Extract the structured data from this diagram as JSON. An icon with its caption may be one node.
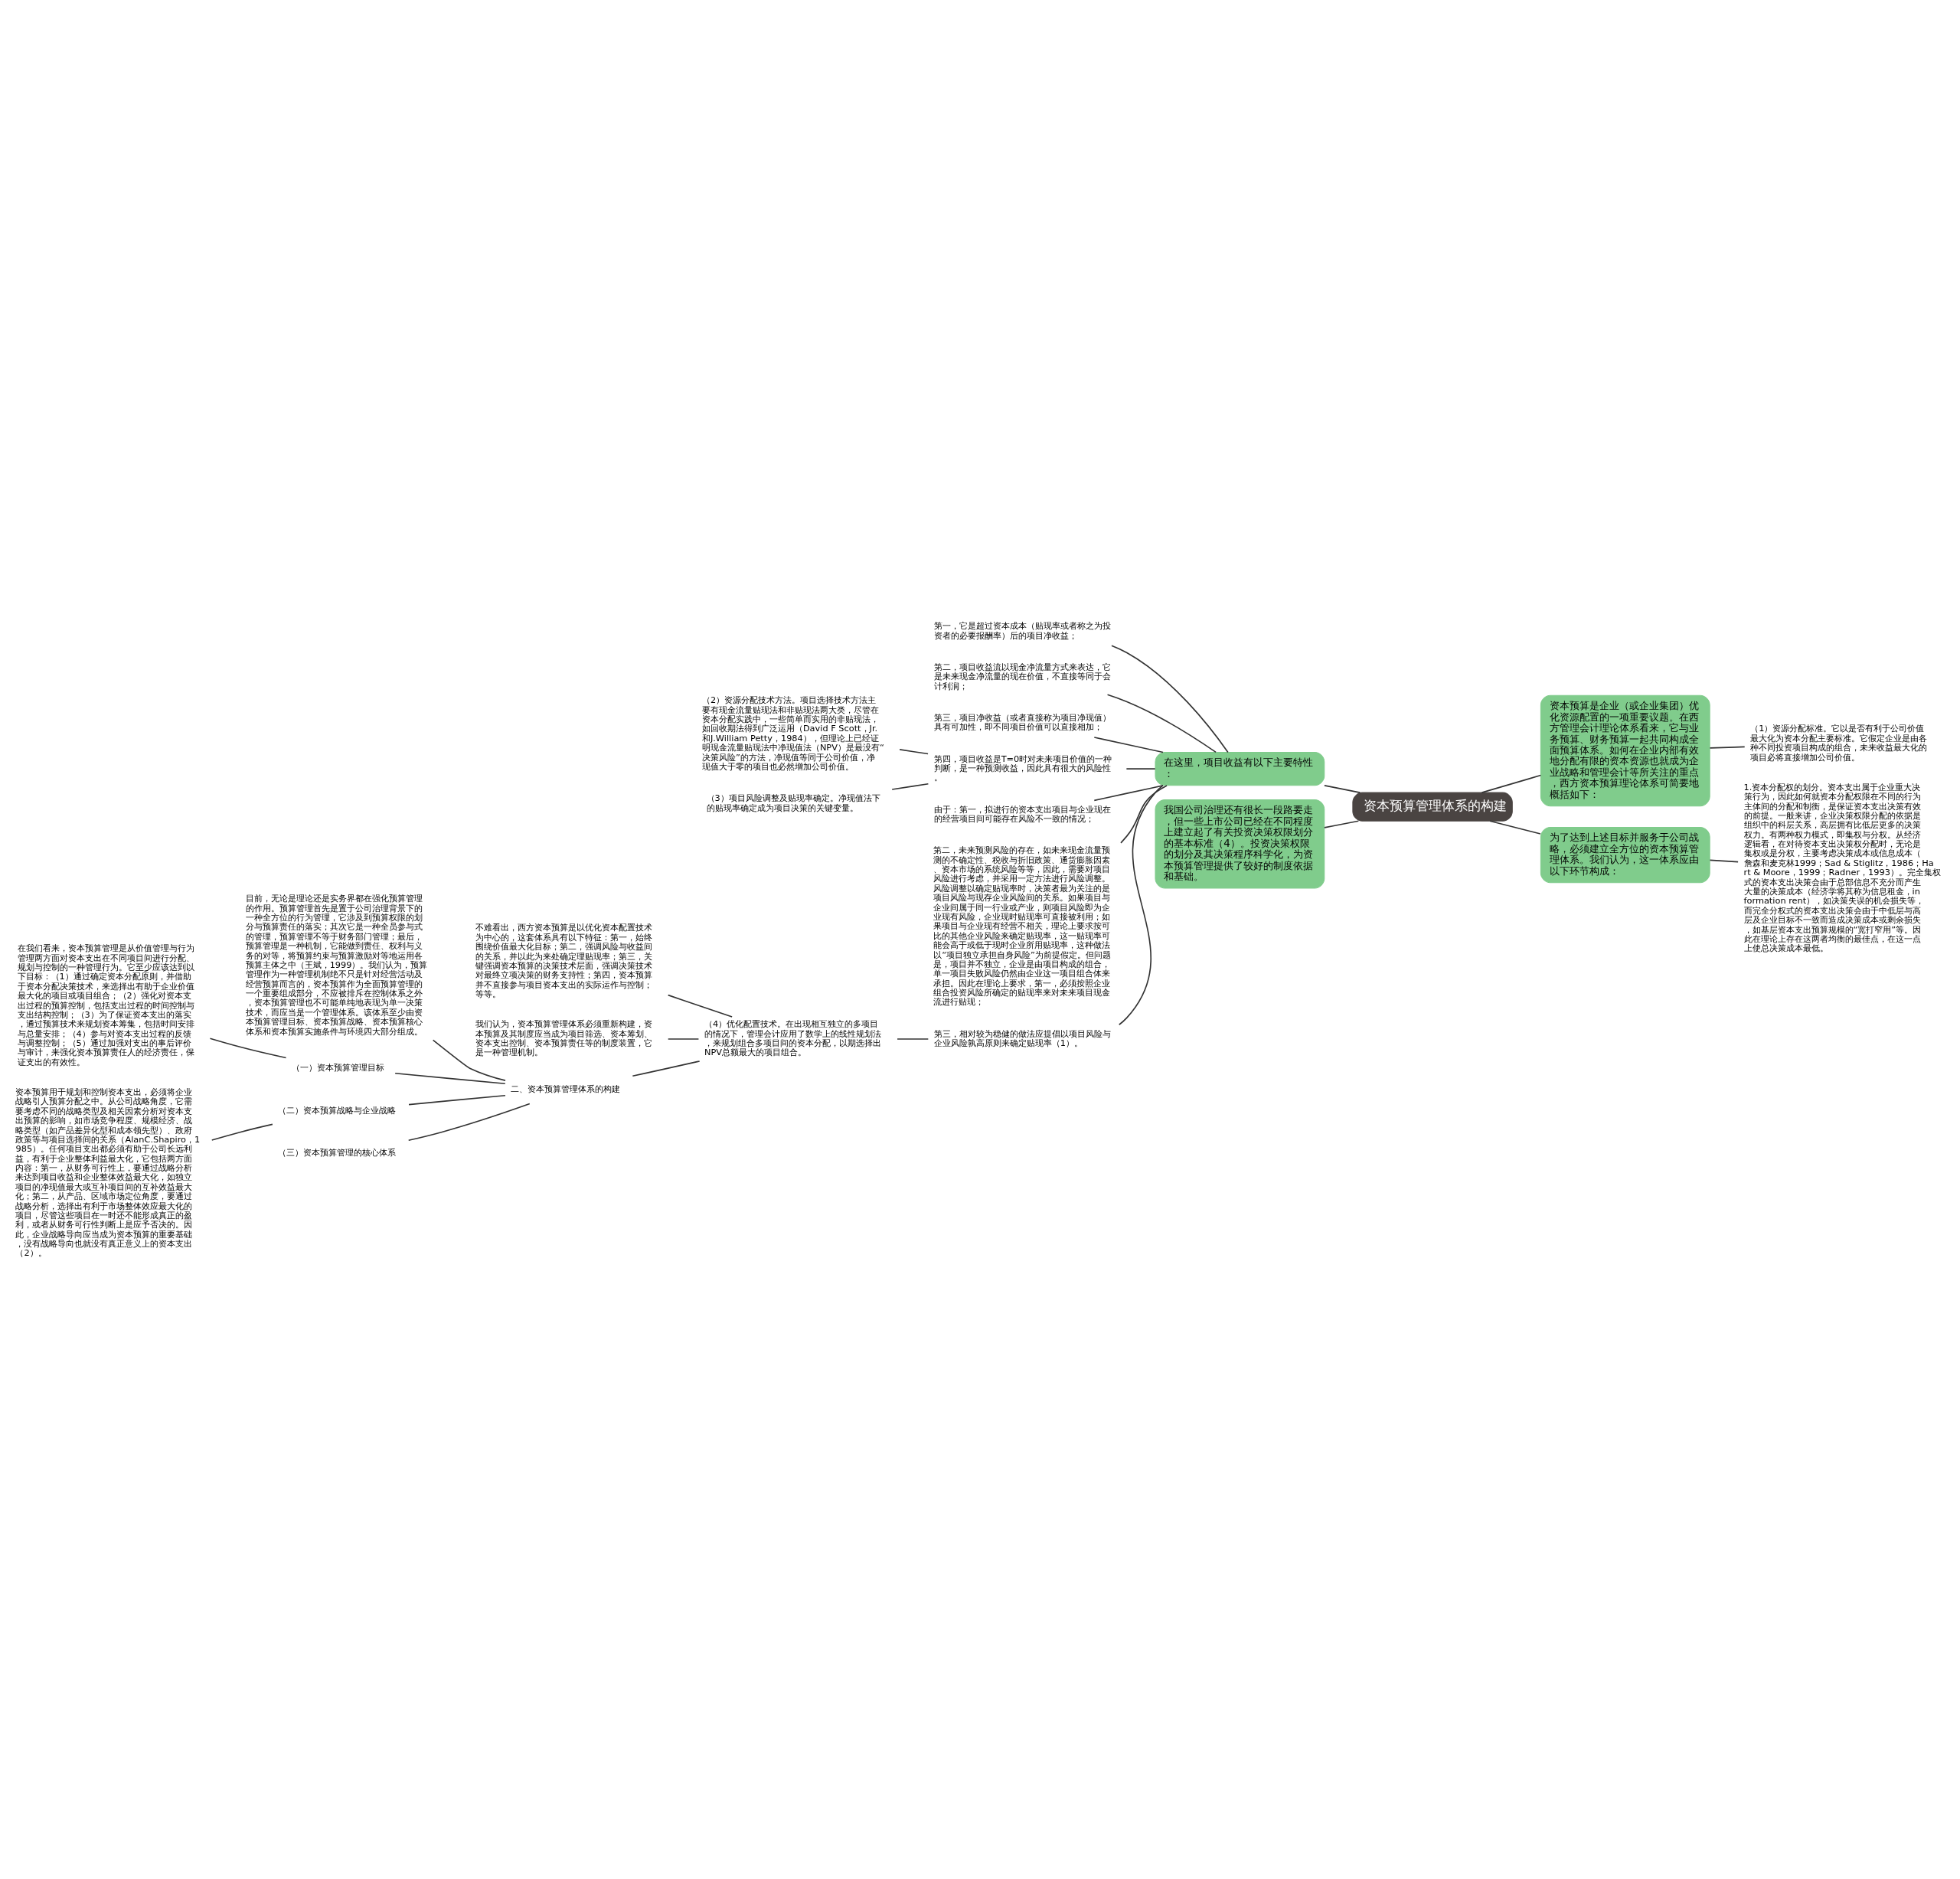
{
  "diagram": {
    "nodes": [
      {
        "text": [
          "资本预算管理体系的构建"
        ]
      },
      {
        "text": [
          "在这里，项目收益有以下主要特性："
        ]
      },
      {
        "text": [
          "第一，它是超过资本成本（贴现率或者称之为投资者的必要报酬率）后的项目净收益；"
        ]
      },
      {
        "text": [
          "第二，项目收益流以现金净流量方式来表达，它是未来现金净流量的现在价值，不直接等同于会计利润；"
        ]
      },
      {
        "text": [
          "第三，项目净收益（或者直接称为项目净现值）具有可加性，即不同项目价值可以直接相加；"
        ]
      },
      {
        "text": [
          "第四，项目收益是T=0时对未来项目价值的一种判断，是一种预测收益，因此具有很大的风险性。"
        ]
      },
      {
        "text": [
          "（2）资源分配技术方法。项目选择技术方法主要有现金流量贴现法和非贴现法两大类，尽管在资本分配实践中，一些简单而实用的非贴现法，如回收期法得到广泛运用（David F Scott，Jr.和J.William Petty，1984），但理论上已经证明现金流量贴现法中净现值法（NPV）是最没有“决策风险”的方法，净现值等同于公司价值，净现值大于零的项目也必然增加公司价值。"
        ]
      },
      {
        "text": [
          "（3）项目风险调整及贴现率确定。净现值法下的贴现率确定成为项目决策的关键变量。"
        ]
      },
      {
        "text": [
          "由于：第一，拟进行的资本支出项目与企业现在的经营项目间可能存在风险不一致的情况；"
        ]
      },
      {
        "text": [
          "第二，未来预测风险的存在，如未来现金流量预测的不确定性、税收与折旧政策、通货膨胀因素、资本市场的系统风险等等，因此，需要对项目风险进行考虑，并采用一定方法进行风险调整。风险调整以确定贴现率时，决策者最为关注的是项目风险与现存企业风险间的关系。如果项目与企业间属于同一行业或产业，则项目风险即为企业现有风险，企业现时贴现率可直接被利用；如果项目与企业现有经营不相关，理论上要求按可比的其他企业风险来确定贴现率，这一贴现率可能会高于或低于现时企业所用贴现率，这种做法以“项目独立承担自身风险”为前提假定。但问题是，项目并不独立，企业是由项目构成的组合，单一项目失败风险仍然由企业这一项目组合体来承担。因此在理论上要求，第一，必须按照企业组合投资风险所确定的贴现率来对未来项目现金流进行贴现；"
        ]
      },
      {
        "text": [
          "第三，相对较为稳健的做法应提倡以项目风险与企业风险孰高原则来确定贴现率（1）。"
        ]
      },
      {
        "text": [
          "（4）优化配置技术。在出现相互独立的多项目的情况下，管理会计应用了数学上的线性规划法，来规划组合多项目间的资本分配，以期选择出NPV总额最大的项目组合。"
        ]
      },
      {
        "text": [
          "不难看出，西方资本预算是以优化资本配置技术为中心的，这套体系具有以下特征：第一，始终围绕价值最大化目标；第二，强调风险与收益间的关系，并以此为来处确定理贴现率；第三，关键强调资本预算的决策技术层面，强调决策技术对最终立项决策的财务支持性；第四，资本预算并不直接参与项目资本支出的实际运作与控制；等等。"
        ]
      },
      {
        "text": [
          "我们认为，资本预算管理体系必须重新构建，资本预算及其制度应当成为项目筛选、资本筹划、资本支出控制、资本预算责任等的制度装置，它是一种管理机制。"
        ]
      },
      {
        "text": [
          "二、资本预算管理体系的构建"
        ]
      },
      {
        "text": [
          "目前，无论是理论还是实务界都在强化预算管理的作用。预算管理首先是置于公司治理背景下的一种全方位的行为管理，它涉及到预算权限的划分与预算责任的落实；其次它是一种全员参与式的管理，预算管理不等于财务部门管理；最后，预算管理是一种机制，它能做到责任、权利与义务的对等，将预算约束与预算激励对等地运用各预算主体之中（王斌，1999）。我们认为，预算管理作为一种管理机制绝不只是针对经营活动及经营预算而言的，资本预算作为全面预算管理的一个重要组成部分，不应被排斥在控制体系之外，资本预算管理也不可能单纯地表现为单一决策技术，而应当是一个管理体系。该体系至少由资本预算管理目标、资本预算战略、资本预算核心体系和资本预算实施条件与环境四大部分组成。"
        ]
      },
      {
        "text": [
          "（一）资本预算管理目标"
        ]
      },
      {
        "text": [
          "在我们看来，资本预算管理是从价值管理与行为管理两方面对资本支出在不同项目间进行分配、规划与控制的一种管理行为。它至少应该达到以下目标：（1）通过确定资本分配原则，并借助于资本分配决策技术，来选择出有助于企业价值最大化的项目或项目组合；（2）强化对资本支出过程的预算控制，包括支出过程的时间控制与支出结构控制；（3）为了保证资本支出的落实，通过预算技术来规划资本筹集，包括时间安排与总量安排；（4）参与对资本支出过程的反馈与调整控制；（5）通过加强对支出的事后评价与审计，来强化资本预算责任人的经济责任，保证支出的有效性。"
        ]
      },
      {
        "text": [
          "（二）资本预算战略与企业战略"
        ]
      },
      {
        "text": [
          "资本预算用于规划和控制资本支出，必须将企业战略引人预算分配之中。从公司战略角度，它需要考虑不同的战略类型及相关因素分析对资本支出预算的影响，如市场竞争程度、规模经济、战略类型（如产品差异化型和成本领先型）、政府政策等与项目选择间的关系（AlanC.Shapiro，1985）。任何项目支出都必须有助于公司长远利益，有利于企业整体利益最大化，它包括两方面内容：第一，从财务可行性上，要通过战略分析来达到项目收益和企业整体效益最大化，如独立项目的净现值最大或互补项目间的互补效益最大化；第二，从产品、区域市场定位角度，要通过战略分析，选择出有利于市场整体效应最大化的项目，尽管这些项目在一时还不能形成真正的盈利，或者从财务可行性判断上是应予否决的。因此，企业战略导向应当成为资本预算的重要基础，没有战略导向也就没有真正意义上的资本支出（2）。"
        ]
      },
      {
        "text": [
          "（三）资本预算管理的核心体系"
        ]
      },
      {
        "text": [
          "我国公司治理还有很长一段路要走，但一些上市公司已经在不同程度上建立起了有关投资决策权限划分的基本标准（4）。投资决策权限的划分及其决策程序科学化，为资本预算管理提供了较好的制度依据和基础。"
        ]
      },
      {
        "text": [
          "资本预算是企业（或企业集团）优化资源配置的一项重要议题。在西方管理会计理论体系看来，它与业务预算、财务预算一起共同构成全面预算体系。如何在企业内部有效地分配有限的资本资源也就成为企业战略和管理会计等所关注的重点，西方资本预算理论体系可简要地概括如下："
        ]
      },
      {
        "text": [
          "（1）资源分配标准。它以是否有利于公司价值最大化为资本分配主要标准。它假定企业是由各种不同投资项目构成的组合，未来收益最大化的项目必将直接增加公司价值。"
        ]
      },
      {
        "text": [
          "为了达到上述目标并服务于公司战略，必须建立全方位的资本预算管理体系。我们认为，这一体系应由以下环节构成："
        ]
      },
      {
        "text": [
          "1.资本分配权的划分。资本支出属于企业重大决策行为，因此如何就资本分配权限在不同的行为主体间的分配和制衡，是保证资本支出决策有效的前提。一般来讲，企业决策权限分配的依据是组织中的科层关系，高层拥有比低层更多的决策权力。有两种权力模式，即集权与分权。从经济逻辑看，在对待资本支出决策权分配时，无论是集权或是分权，主要考虑决策成本或信息成本（詹森和麦克林1999；Sad & Stiglitz，1986；Hart & Moore，1999；Radner，1993）。完全集权式的资本支出决策会由于总部信息不充分而产生大量的决策成本（经济学将其称为信息租金，information rent），如决策失误的机会损失等，而完全分权式的资本支出决策会由于中低层与高层及企业目标不一致而造成决策成本或剩余损失，如基层资本支出预算规模的“宽打窄用”等。因此在理论上存在这两者均衡的最佳点，在这一点上使总决策成本最低。"
        ]
      }
    ],
    "edges": [
      {
        "from": 0,
        "to": 1,
        "arrow": "none"
      },
      {
        "from": 1,
        "to": 2,
        "arrow": "none"
      },
      {
        "from": 1,
        "to": 3,
        "arrow": "none"
      },
      {
        "from": 1,
        "to": 4,
        "arrow": "none"
      },
      {
        "from": 1,
        "to": 5,
        "arrow": "none"
      },
      {
        "from": 5,
        "to": 6,
        "arrow": "none"
      },
      {
        "from": 5,
        "to": 7,
        "arrow": "none"
      },
      {
        "from": 1,
        "to": 8,
        "arrow": "none"
      },
      {
        "from": 1,
        "to": 9,
        "arrow": "none"
      },
      {
        "from": 1,
        "to": 10,
        "arrow": "none"
      },
      {
        "from": 10,
        "to": 11,
        "arrow": "none"
      },
      {
        "from": 11,
        "to": 12,
        "arrow": "none"
      },
      {
        "from": 11,
        "to": 13,
        "arrow": "none"
      },
      {
        "from": 11,
        "to": 14,
        "arrow": "none"
      },
      {
        "from": 14,
        "to": 15,
        "arrow": "none"
      },
      {
        "from": 14,
        "to": 16,
        "arrow": "none"
      },
      {
        "from": 16,
        "to": 17,
        "arrow": "none"
      },
      {
        "from": 14,
        "to": 18,
        "arrow": "none"
      },
      {
        "from": 18,
        "to": 19,
        "arrow": "none"
      },
      {
        "from": 14,
        "to": 20,
        "arrow": "none"
      },
      {
        "from": 0,
        "to": 21,
        "arrow": "none"
      },
      {
        "from": 0,
        "to": 22,
        "arrow": "none"
      },
      {
        "from": 22,
        "to": 23,
        "arrow": "none"
      },
      {
        "from": 0,
        "to": 24,
        "arrow": "none"
      },
      {
        "from": 24,
        "to": 25,
        "arrow": "none"
      }
    ]
  }
}
